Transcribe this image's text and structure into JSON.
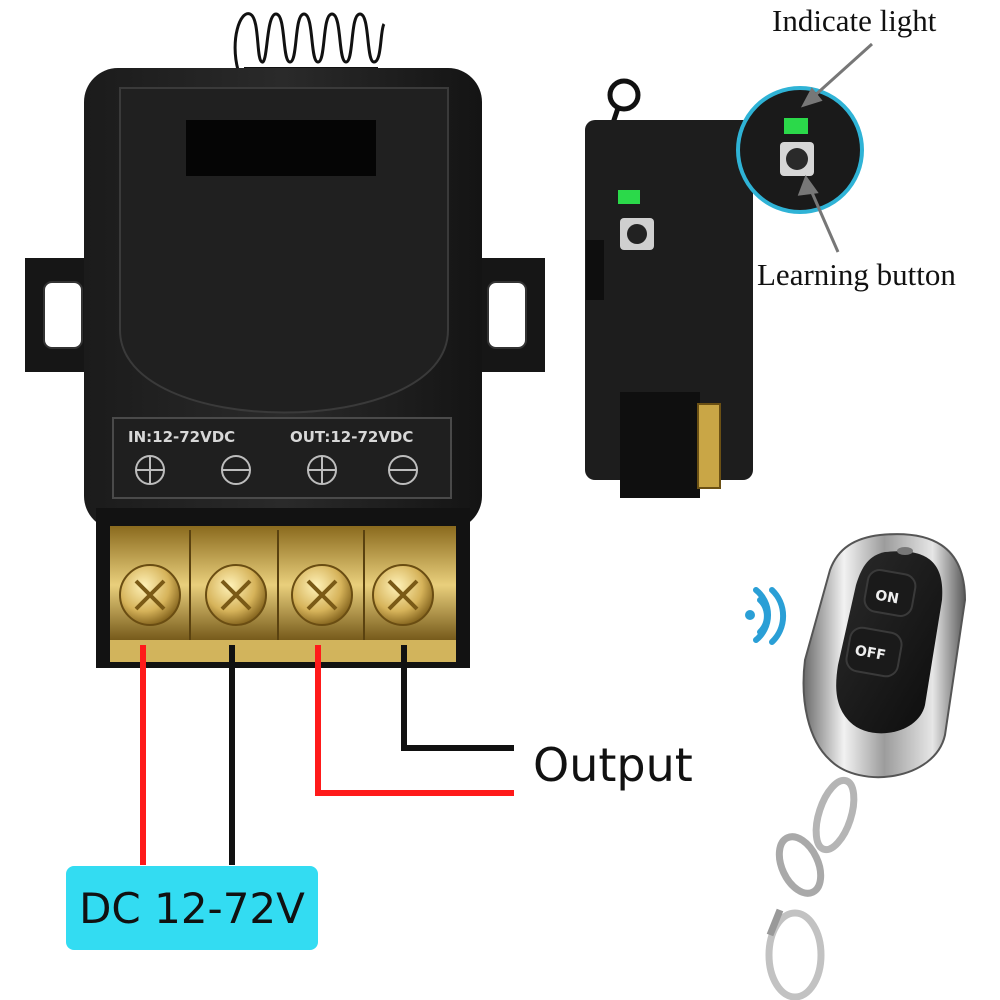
{
  "receiver": {
    "panel_in": "IN:12-72VDC",
    "panel_out": "OUT:12-72VDC"
  },
  "callouts": {
    "indicate_light": "Indicate light",
    "learning_button": "Learning button"
  },
  "remote": {
    "on_label": "ON",
    "off_label": "OFF"
  },
  "labels": {
    "output": "Output",
    "supply": "DC 12-72V"
  },
  "colors": {
    "positive_wire": "#ff1a1a",
    "negative_wire": "#111111",
    "supply_box": "#33dcf2",
    "wireless_icon": "#2a9fd6",
    "indicator_led": "#2bd94a"
  },
  "icons": [
    "antenna-coil",
    "plus-terminal-icon",
    "minus-terminal-icon",
    "wireless-signal-icon",
    "key-ring"
  ]
}
